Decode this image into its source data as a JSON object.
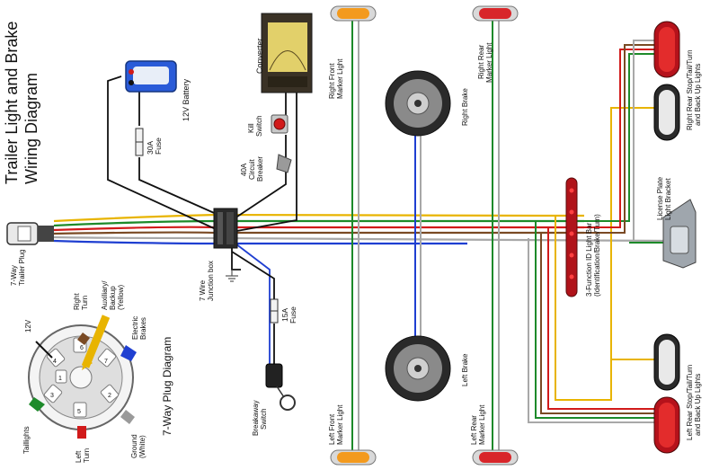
{
  "title_line1": "Trailer Light and Brake",
  "title_line2": "Wiring Diagram",
  "plug": {
    "label_line1": "7-Way",
    "label_line2": "Trailer Plug"
  },
  "plug_diagram": {
    "title": "7-Way Plug Diagram",
    "pins": [
      "1",
      "2",
      "3",
      "4",
      "5",
      "6",
      "7"
    ],
    "v12": "12V",
    "right_turn_1": "Right",
    "right_turn_2": "Turn",
    "aux_1": "Auxiliary/",
    "aux_2": "Backup",
    "aux_3": "(Yellow)",
    "ebrakes_1": "Electric",
    "ebrakes_2": "Brakes",
    "tail": "Taillights",
    "left_turn_1": "Left",
    "left_turn_2": "Turn",
    "ground_1": "Ground",
    "ground_2": "(White)"
  },
  "battery": {
    "label": "12V Battery"
  },
  "fuse30": {
    "label_line1": "30A",
    "label_line2": "Fuse"
  },
  "converter": {
    "label": "Converter"
  },
  "kill_switch": {
    "label_line1": "Kill",
    "label_line2": "Switch"
  },
  "breaker": {
    "label_line1": "40A",
    "label_line2": "Circuit",
    "label_line3": "Breaker"
  },
  "junction": {
    "label_line1": "7 Wire",
    "label_line2": "Junction box"
  },
  "fuse15": {
    "label_line1": "15A",
    "label_line2": "Fuse"
  },
  "breakaway": {
    "label_line1": "Breakaway",
    "label_line2": "Switch"
  },
  "lights": {
    "rf_marker_1": "Right Front",
    "rf_marker_2": "Marker Light",
    "rr_marker_1": "Right Rear",
    "rr_marker_2": "Marker Light",
    "lf_marker_1": "Left Front",
    "lf_marker_2": "Marker Light",
    "lr_marker_1": "Left Rear",
    "lr_marker_2": "Marker Light",
    "right_brake": "Right Brake",
    "left_brake": "Left Brake",
    "id_bar_1": "3-Function ID Light Bar",
    "id_bar_2": "(Identification/Brake/Turn)",
    "license_1": "License Plate",
    "license_2": "Light Bracket",
    "rr_stop_1": "Right Rear Stop/Tail/Turn",
    "rr_stop_2": "and Back Up Lights",
    "lr_stop_1": "Left Rear Stop/Tail/Turn",
    "lr_stop_2": "and Back Up Lights"
  },
  "colors": {
    "yellow": "#e8b400",
    "green": "#1d8a2a",
    "red": "#d11a1a",
    "brown": "#7a4a24",
    "blue": "#1f3fd1",
    "white": "#a8a8a8",
    "black": "#111111",
    "amber": "#f39a1e",
    "lamp_red": "#d8262a"
  }
}
